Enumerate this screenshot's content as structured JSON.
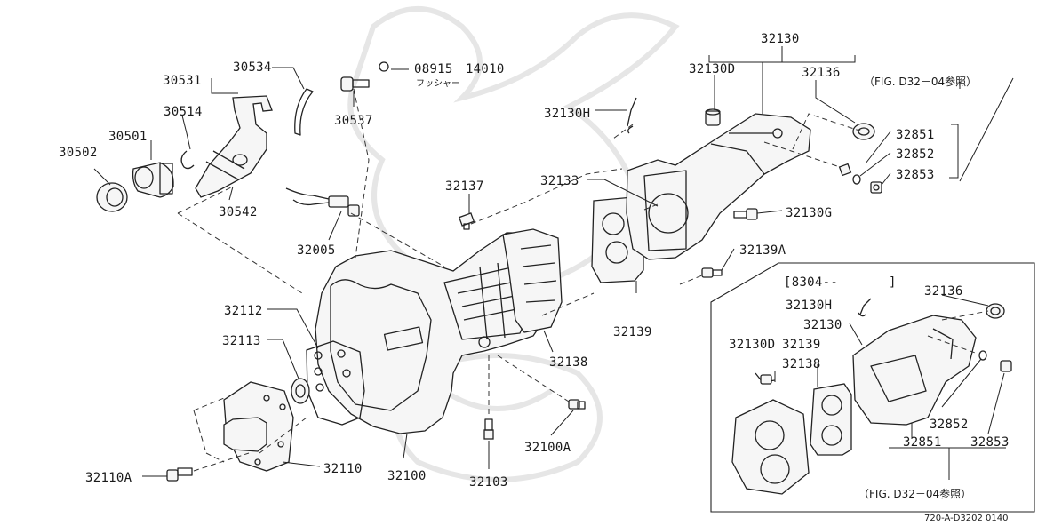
{
  "diagram_code": "720-A-D3202 0140",
  "note_label": "フッシャー",
  "fig_reference_top": "（FIG. D32－04参照）",
  "fig_reference_bottom": "（FIG. D32－04参照）",
  "inset_date_label": "[8304--",
  "inset_date_close": "]",
  "part_labels": {
    "p30531": "30531",
    "p30534": "30534",
    "p30514": "30514",
    "p30501": "30501",
    "p30502": "30502",
    "p30542": "30542",
    "p30537": "30537",
    "p08915": "08915－14010",
    "p32005": "32005",
    "p32137": "32137",
    "p32130H": "32130H",
    "p32133": "32133",
    "p32130D": "32130D",
    "p32130": "32130",
    "p32136": "32136",
    "p32851": "32851",
    "p32852": "32852",
    "p32853": "32853",
    "p32130G": "32130G",
    "p32139A": "32139A",
    "p32112": "32112",
    "p32113": "32113",
    "p32139": "32139",
    "p32138": "32138",
    "p32100A": "32100A",
    "p32103": "32103",
    "p32100": "32100",
    "p32110": "32110",
    "p32110A": "32110A",
    "i32130H": "32130H",
    "i32136": "32136",
    "i32130": "32130",
    "i32130D": "32130D",
    "i32139": "32139",
    "i32138": "32138",
    "i32852": "32852",
    "i32851": "32851",
    "i32853": "32853"
  }
}
